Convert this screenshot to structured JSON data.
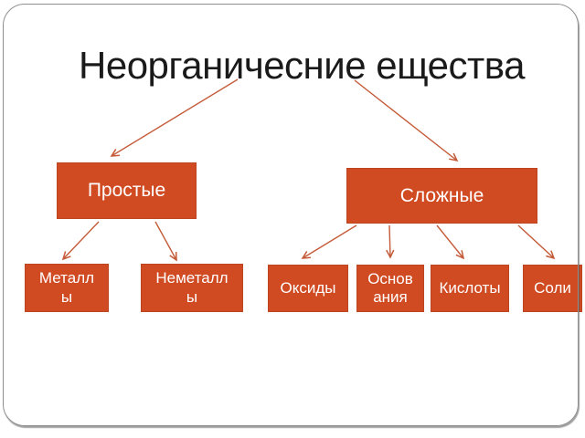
{
  "slide": {
    "title": "Неорганичесние ещества"
  },
  "nodes": {
    "prostye": "Простые",
    "slozhnye": "Сложные",
    "metally": "Металл\nы",
    "nemetally": "Неметалл\nы",
    "oksidy": "Оксиды",
    "osnovaniya": "Основ\nания",
    "kisloty": "Кислоты",
    "soli": "Соли"
  },
  "colors": {
    "node_fill": "#d04a22",
    "node_border": "#bc4420",
    "node_text": "#ffffff",
    "arrow": "#c45a38",
    "slide_border": "#8f8f8f",
    "title_text": "#1a1a1a",
    "slide_bg": "#ffffff"
  }
}
